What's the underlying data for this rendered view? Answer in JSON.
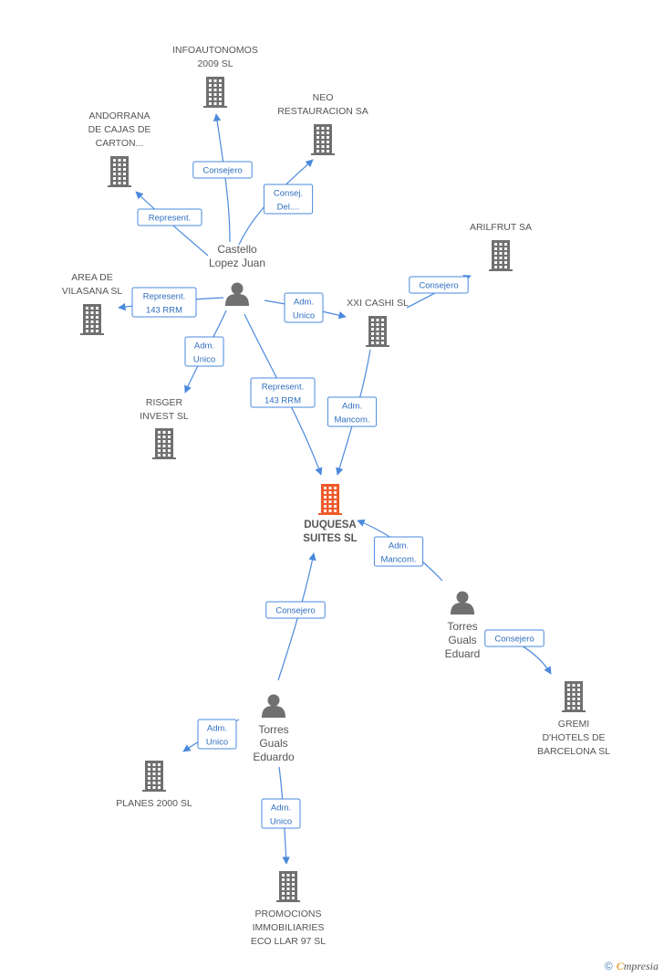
{
  "colors": {
    "edge": "#4a89dc",
    "edge_text": "#2f6fc0",
    "building": "#707070",
    "center_building": "#f05a28",
    "person": "#707070",
    "label": "#555555"
  },
  "nodes": [
    {
      "id": "duquesa",
      "kind": "company",
      "center": true,
      "icon": "building-icon",
      "lines": [
        "DUQUESA",
        "SUITES  SL"
      ]
    },
    {
      "id": "infoautonomos",
      "kind": "company",
      "icon": "building-icon",
      "lines": [
        "INFOAUTONOMOS",
        "2009 SL"
      ]
    },
    {
      "id": "neo",
      "kind": "company",
      "icon": "building-icon",
      "lines": [
        "NEO",
        "RESTAURACION SA"
      ]
    },
    {
      "id": "andorrana",
      "kind": "company",
      "icon": "building-icon",
      "lines": [
        "ANDORRANA",
        "DE CAJAS DE",
        "CARTON..."
      ]
    },
    {
      "id": "arilfrut",
      "kind": "company",
      "icon": "building-icon",
      "lines": [
        "ARILFRUT SA"
      ]
    },
    {
      "id": "area",
      "kind": "company",
      "icon": "building-icon",
      "lines": [
        "AREA DE",
        "VILASANA SL"
      ]
    },
    {
      "id": "xxi",
      "kind": "company",
      "icon": "building-icon",
      "lines": [
        "XXI CASHI  SL"
      ]
    },
    {
      "id": "risger",
      "kind": "company",
      "icon": "building-icon",
      "lines": [
        "RISGER",
        "INVEST SL"
      ]
    },
    {
      "id": "gremi",
      "kind": "company",
      "icon": "building-icon",
      "lines": [
        "GREMI",
        "D'HOTELS DE",
        "BARCELONA SL"
      ]
    },
    {
      "id": "planes",
      "kind": "company",
      "icon": "building-icon",
      "lines": [
        "PLANES 2000 SL"
      ]
    },
    {
      "id": "promocions",
      "kind": "company",
      "icon": "building-icon",
      "lines": [
        "PROMOCIONS",
        "IMMOBILIARIES",
        "ECO LLAR 97 SL"
      ]
    },
    {
      "id": "castello",
      "kind": "person",
      "icon": "person-icon",
      "lines": [
        "Castello",
        "Lopez Juan"
      ]
    },
    {
      "id": "torres_eduard",
      "kind": "person",
      "icon": "person-icon",
      "lines": [
        "Torres",
        "Guals",
        "Eduard"
      ]
    },
    {
      "id": "torres_eduardo",
      "kind": "person",
      "icon": "person-icon",
      "lines": [
        "Torres",
        "Guals",
        "Eduardo"
      ]
    }
  ],
  "edges": [
    {
      "from": "castello",
      "to": "infoautonomos",
      "lines": [
        "Consejero"
      ]
    },
    {
      "from": "castello",
      "to": "neo",
      "lines": [
        "Consej.",
        "Del...."
      ]
    },
    {
      "from": "castello",
      "to": "andorrana",
      "lines": [
        "Represent."
      ]
    },
    {
      "from": "castello",
      "to": "area",
      "lines": [
        "Represent.",
        "143 RRM"
      ]
    },
    {
      "from": "castello",
      "to": "xxi",
      "lines": [
        "Adm.",
        "Unico"
      ]
    },
    {
      "from": "castello",
      "to": "risger",
      "lines": [
        "Adm.",
        "Unico"
      ]
    },
    {
      "from": "castello",
      "to": "duquesa",
      "lines": [
        "Represent.",
        "143 RRM"
      ]
    },
    {
      "from": "xxi",
      "to": "arilfrut",
      "lines": [
        "Consejero"
      ]
    },
    {
      "from": "xxi",
      "to": "duquesa",
      "lines": [
        "Adm.",
        "Mancom."
      ]
    },
    {
      "from": "torres_eduard",
      "to": "duquesa",
      "lines": [
        "Adm.",
        "Mancom."
      ]
    },
    {
      "from": "torres_eduard",
      "to": "gremi",
      "lines": [
        "Consejero"
      ]
    },
    {
      "from": "torres_eduardo",
      "to": "duquesa",
      "lines": [
        "Consejero"
      ]
    },
    {
      "from": "torres_eduardo",
      "to": "planes",
      "lines": [
        "Adm.",
        "Unico"
      ]
    },
    {
      "from": "torres_eduardo",
      "to": "promocions",
      "lines": [
        "Adm.",
        "Unico"
      ]
    }
  ],
  "brand": {
    "copyright": "©",
    "initial": "C",
    "rest": "mpresia"
  }
}
